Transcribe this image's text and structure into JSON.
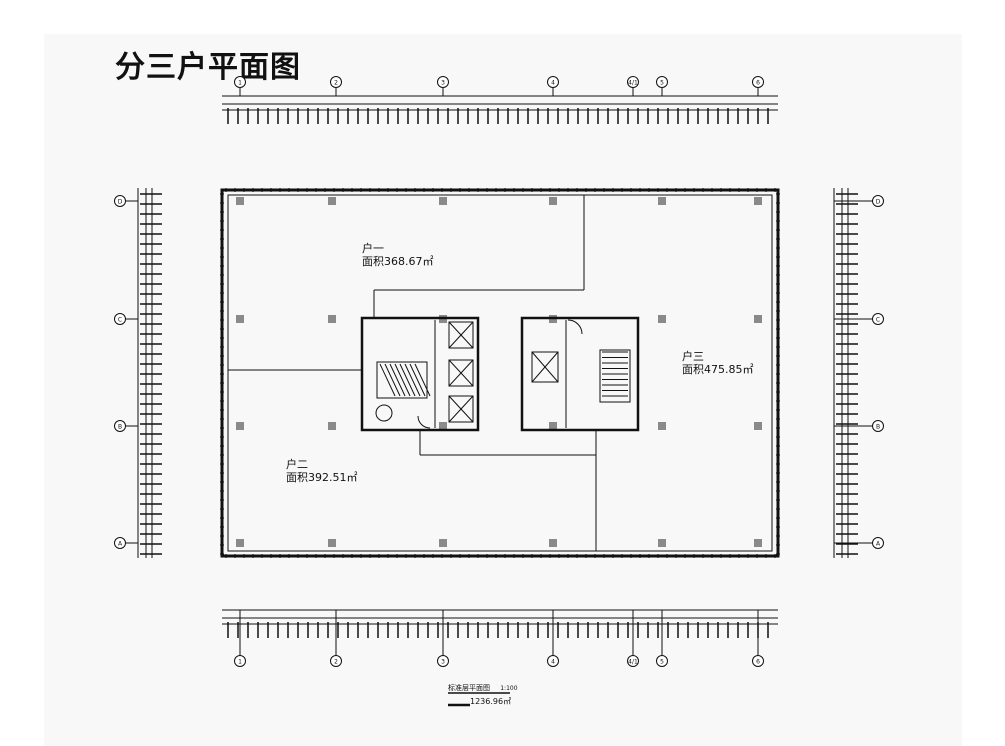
{
  "title": "分三户平面图",
  "units": [
    {
      "name": "户一",
      "area": "面积368.67㎡"
    },
    {
      "name": "户二",
      "area": "面积392.51㎡"
    },
    {
      "name": "户三",
      "area": "面积475.85㎡"
    }
  ],
  "axes_horizontal": [
    "1",
    "2",
    "3",
    "4",
    "4/1",
    "5",
    "6"
  ],
  "axes_vertical": [
    "D",
    "C",
    "B",
    "A"
  ],
  "drawing_caption": "标准层平面图",
  "drawing_scale": "1:100",
  "total_area": "1236.96㎡",
  "colors": {
    "line": "#111111",
    "column": "#8a8a8a",
    "sheet": "#f8f8f8"
  }
}
